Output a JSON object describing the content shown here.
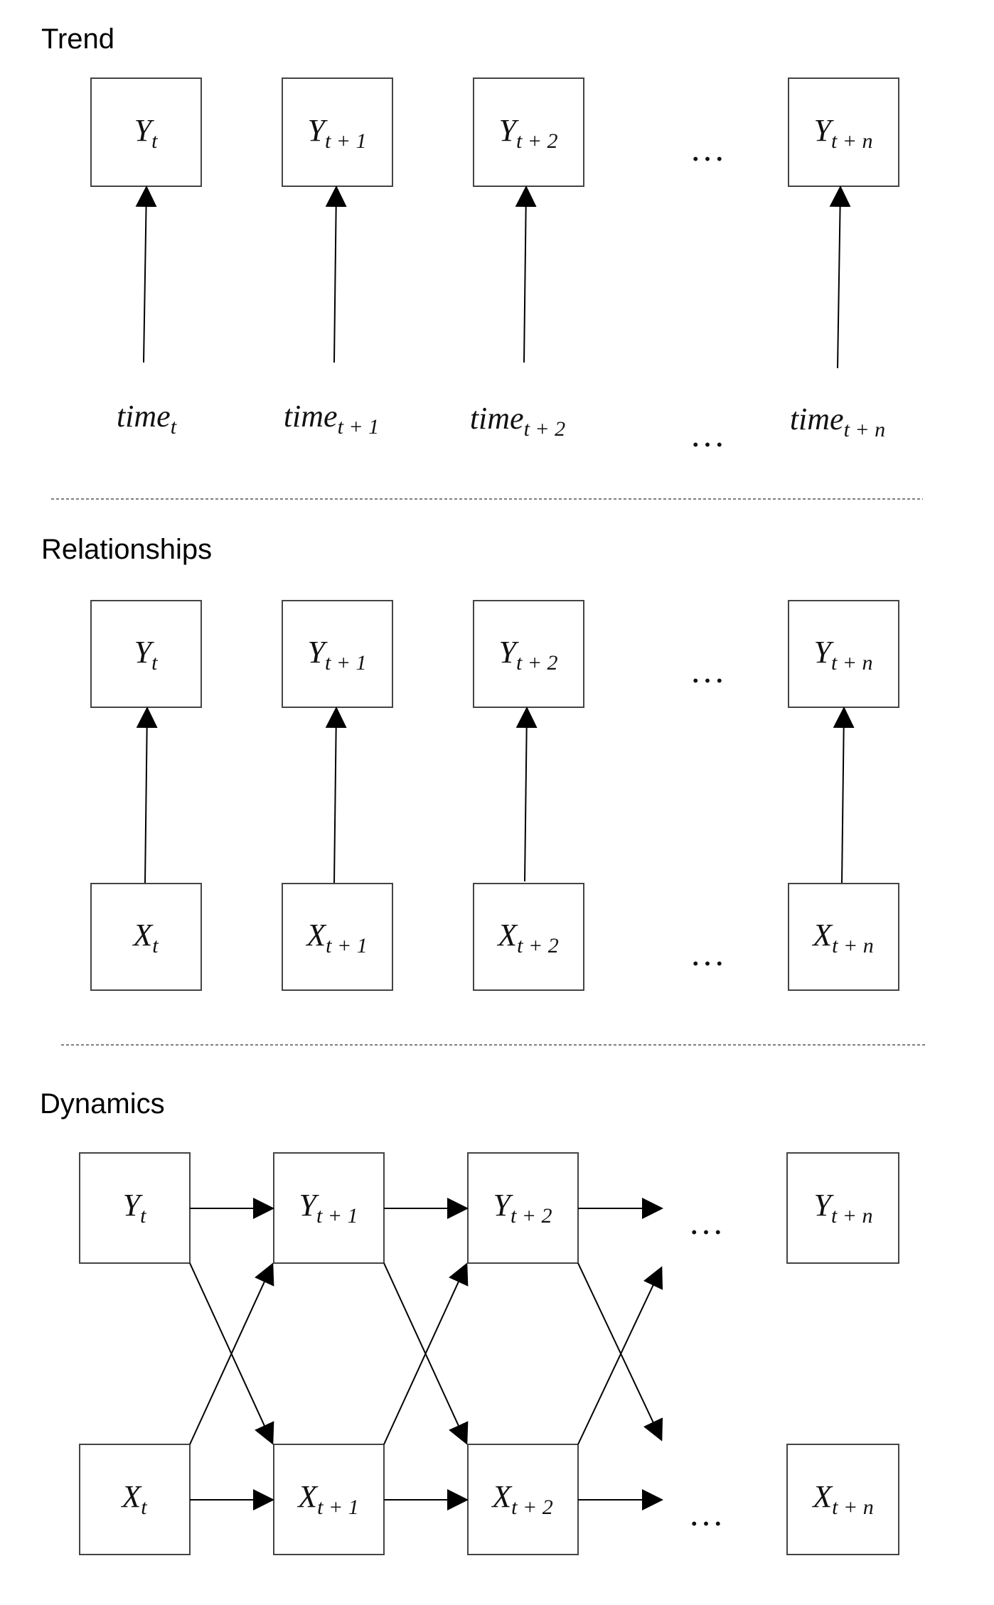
{
  "sections": {
    "trend": {
      "title": "Trend",
      "outcomes": [
        {
          "base": "Y",
          "sub": "t"
        },
        {
          "base": "Y",
          "sub": "t + 1"
        },
        {
          "base": "Y",
          "sub": "t + 2"
        },
        {
          "base": "Y",
          "sub": "t + n"
        }
      ],
      "drivers": [
        {
          "base": "time",
          "sub": "t"
        },
        {
          "base": "time",
          "sub": "t + 1"
        },
        {
          "base": "time",
          "sub": "t + 2"
        },
        {
          "base": "time",
          "sub": "t + n"
        }
      ],
      "ellipsis": "…"
    },
    "relationships": {
      "title": "Relationships",
      "outcomes": [
        {
          "base": "Y",
          "sub": "t"
        },
        {
          "base": "Y",
          "sub": "t + 1"
        },
        {
          "base": "Y",
          "sub": "t + 2"
        },
        {
          "base": "Y",
          "sub": "t + n"
        }
      ],
      "drivers": [
        {
          "base": "X",
          "sub": "t"
        },
        {
          "base": "X",
          "sub": "t + 1"
        },
        {
          "base": "X",
          "sub": "t + 2"
        },
        {
          "base": "X",
          "sub": "t + n"
        }
      ],
      "ellipsis": "…"
    },
    "dynamics": {
      "title": "Dynamics",
      "outcomes": [
        {
          "base": "Y",
          "sub": "t"
        },
        {
          "base": "Y",
          "sub": "t + 1"
        },
        {
          "base": "Y",
          "sub": "t + 2"
        },
        {
          "base": "Y",
          "sub": "t + n"
        }
      ],
      "drivers": [
        {
          "base": "X",
          "sub": "t"
        },
        {
          "base": "X",
          "sub": "t + 1"
        },
        {
          "base": "X",
          "sub": "t + 2"
        },
        {
          "base": "X",
          "sub": "t + n"
        }
      ],
      "ellipsis": "…"
    }
  }
}
